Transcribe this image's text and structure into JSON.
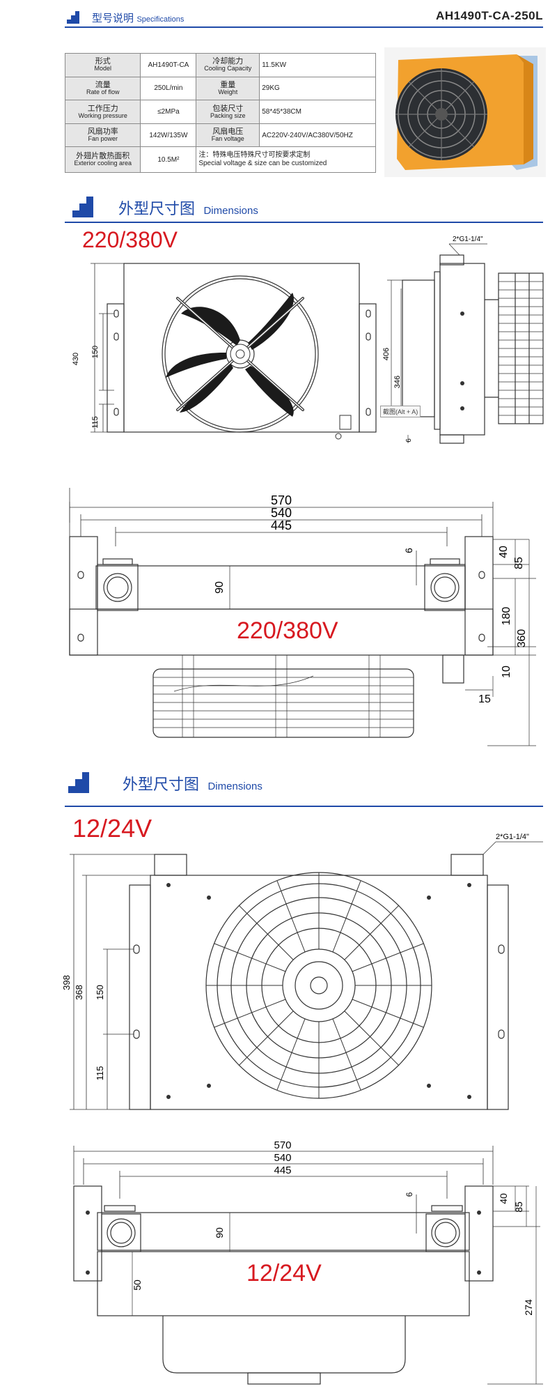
{
  "header": {
    "title_cn": "型号说明",
    "title_en": "Specifications",
    "model_code": "AH1490T-CA-250L"
  },
  "specs": {
    "rows": [
      [
        {
          "cn": "形式",
          "en": "Model"
        },
        {
          "v": "AH1490T-CA"
        },
        {
          "cn": "冷却能力",
          "en": "Cooling Capacity"
        },
        {
          "v": "11.5KW"
        }
      ],
      [
        {
          "cn": "流量",
          "en": "Rate of flow"
        },
        {
          "v": "250L/min"
        },
        {
          "cn": "重量",
          "en": "Weight"
        },
        {
          "v": "29KG"
        }
      ],
      [
        {
          "cn": "工作压力",
          "en": "Working pressure"
        },
        {
          "v": "≤2MPa"
        },
        {
          "cn": "包装尺寸",
          "en": "Packing size"
        },
        {
          "v": "58*45*38CM"
        }
      ],
      [
        {
          "cn": "风扇功率",
          "en": "Fan power"
        },
        {
          "v": "142W/135W"
        },
        {
          "cn": "风扇电压",
          "en": "Fan voltage"
        },
        {
          "v": "AC220V-240V/AC380V/50HZ"
        }
      ]
    ],
    "last_row": {
      "label_cn": "外翅片散热面积",
      "label_en": "Exterior cooling area",
      "value": "10.5M²",
      "note_cn": "注：特殊电压特殊尺寸可按要求定制",
      "note_en": "Special voltage & size can be customized"
    }
  },
  "section1": {
    "title_cn": "外型尺寸图",
    "title_en": "Dimensions",
    "voltage": "220/380V",
    "port": "2*G1-1/4\"",
    "tooltip": "截图(Alt + A)",
    "front_dims": {
      "h_total": "430",
      "h_mid": "150",
      "h_low": "115"
    },
    "side_dims": {
      "h_total": "406",
      "h_core": "346",
      "h_base": "6"
    },
    "top_dims": {
      "w1": "570",
      "w2": "540",
      "w3": "445",
      "d1": "6",
      "d2": "40",
      "d3": "85",
      "d4": "180",
      "d5": "360",
      "d6": "10",
      "d7": "15",
      "d8": "90"
    },
    "label_voltage": "220/380V"
  },
  "section2": {
    "title_cn": "外型尺寸图",
    "title_en": "Dimensions",
    "voltage": "12/24V",
    "port": "2*G1-1/4\"",
    "front_dims": {
      "h_total": "398",
      "h_core": "368",
      "h_mid": "150",
      "h_low": "115"
    },
    "top_dims": {
      "w1": "570",
      "w2": "540",
      "w3": "445",
      "d1": "6",
      "d2": "40",
      "d3": "85",
      "d4": "274",
      "d5": "90",
      "d6": "50"
    },
    "label_voltage": "12/24V"
  },
  "colors": {
    "brand_blue": "#1f4aa8",
    "voltage_red": "#d71920",
    "product_orange": "#f2a12e"
  },
  "icons": [
    "logo-squares-icon",
    "fan-guard-icon",
    "terminal-box-icon"
  ]
}
